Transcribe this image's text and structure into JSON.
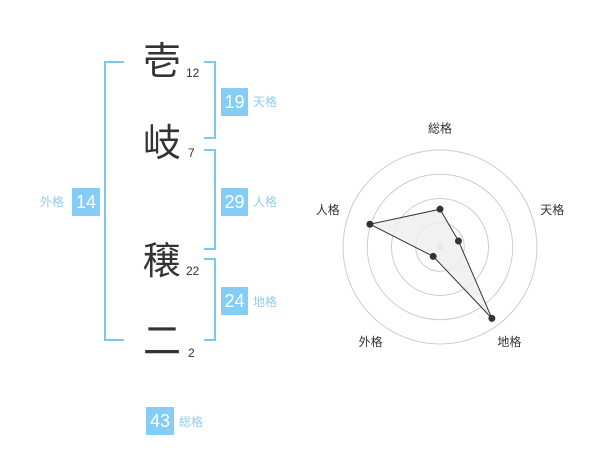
{
  "name_chars": [
    {
      "char": "壱",
      "strokes": "12"
    },
    {
      "char": "岐",
      "strokes": "7"
    },
    {
      "char": "穣",
      "strokes": "22"
    },
    {
      "char": "二",
      "strokes": "2"
    }
  ],
  "fortunes": {
    "tenkaku": {
      "value": "19",
      "label": "天格"
    },
    "jinkaku": {
      "value": "29",
      "label": "人格"
    },
    "chikaku": {
      "value": "24",
      "label": "地格"
    },
    "gaikaku": {
      "value": "14",
      "label": "外格"
    },
    "soukaku": {
      "value": "43",
      "label": "総格"
    }
  },
  "chart_data": {
    "type": "radar",
    "axes": [
      "総格",
      "天格",
      "地格",
      "外格",
      "人格"
    ],
    "values": [
      1.95,
      1.0,
      4.55,
      0.6,
      3.8
    ],
    "rmax": 5,
    "rings": 4,
    "colors": {
      "fill": "#eeeeee",
      "line": "#333333",
      "grid": "#cccccc",
      "point": "#333333",
      "center": "#cccccc"
    }
  }
}
